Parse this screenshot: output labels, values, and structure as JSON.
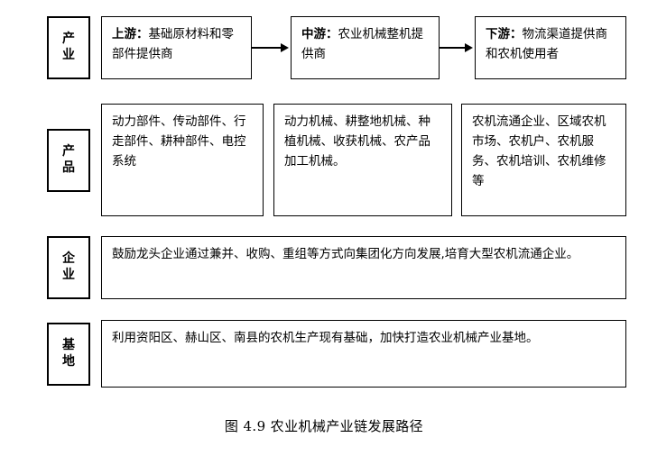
{
  "figure": {
    "caption": "图 4.9 农业机械产业链发展路径"
  },
  "rows": [
    {
      "label": "产业",
      "cells": [
        {
          "lead": "上游：",
          "body": "基础原材料和零部件提供商"
        },
        {
          "lead": "中游：",
          "body": "农业机械整机提供商"
        },
        {
          "lead": "下游：",
          "body": "物流渠道提供商和农机使用者"
        }
      ]
    },
    {
      "label": "产品",
      "cells": [
        {
          "lead": "",
          "body": "动力部件、传动部件、行走部件、耕种部件、电控系统"
        },
        {
          "lead": "",
          "body": "动力机械、耕整地机械、种植机械、收获机械、农产品加工机械。"
        },
        {
          "lead": "",
          "body": "农机流通企业、区域农机市场、农机户、农机服务、农机培训、农机维修等"
        }
      ]
    },
    {
      "label": "企业",
      "cells": [
        {
          "lead": "",
          "body": "鼓励龙头企业通过兼并、收购、重组等方式向集团化方向发展,培育大型农机流通企业。"
        }
      ]
    },
    {
      "label": "基地",
      "cells": [
        {
          "lead": "",
          "body": "利用资阳区、赫山区、南县的农机生产现有基础，加快打造农业机械产业基地。"
        }
      ]
    }
  ],
  "arrows": [
    {
      "name": "arrow-upstream-to-midstream"
    },
    {
      "name": "arrow-midstream-to-downstream"
    }
  ],
  "colors": {
    "stroke": "#000000",
    "background": "#ffffff",
    "text": "#000000"
  }
}
